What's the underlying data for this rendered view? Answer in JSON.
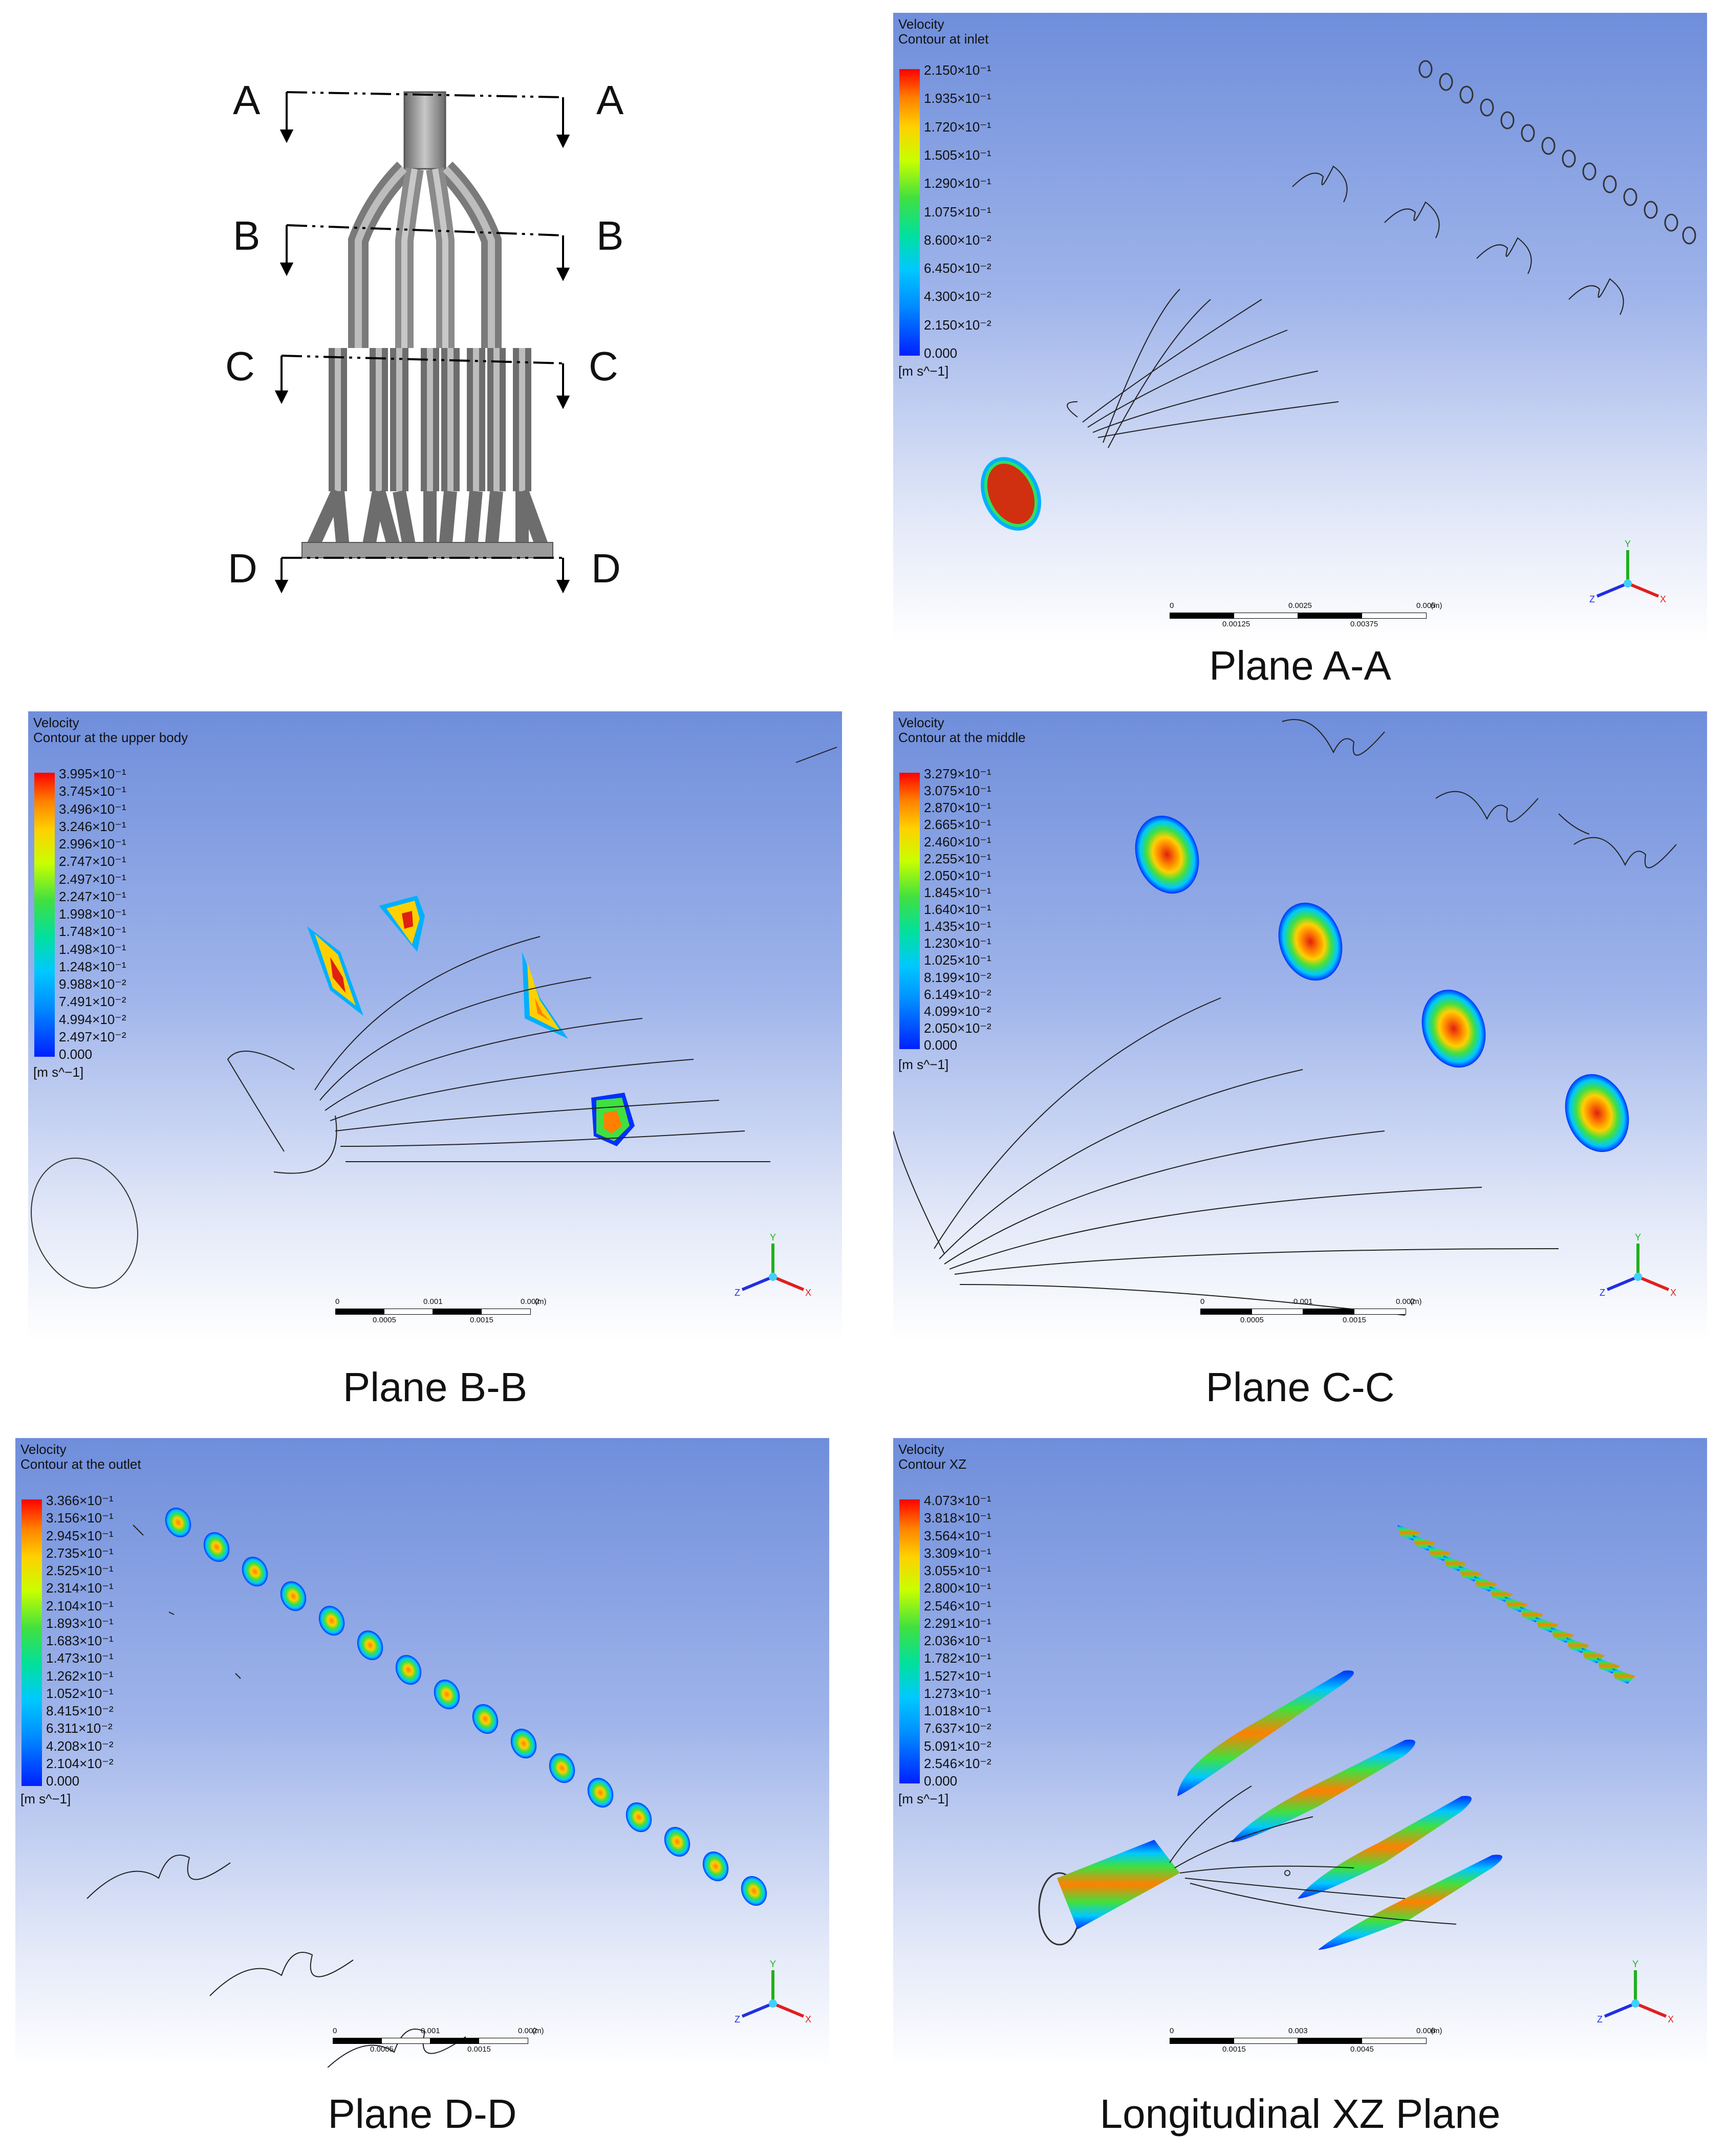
{
  "cut_labels": {
    "a": "A",
    "b": "B",
    "c": "C",
    "d": "D"
  },
  "panels": {
    "aa": {
      "caption": "Plane A-A",
      "legend_title": "Velocity",
      "legend_subtitle": "Contour at inlet",
      "ticks": [
        "2.150×10⁻¹",
        "1.935×10⁻¹",
        "1.720×10⁻¹",
        "1.505×10⁻¹",
        "1.290×10⁻¹",
        "1.075×10⁻¹",
        "8.600×10⁻²",
        "6.450×10⁻²",
        "4.300×10⁻²",
        "2.150×10⁻²",
        "0.000"
      ],
      "unit": "[m s^−1]",
      "scale_top": [
        "0",
        "0.0025",
        "0.005"
      ],
      "scale_bottom": [
        "0.00125",
        "0.00375"
      ],
      "scale_unit": "(m)"
    },
    "bb": {
      "caption": "Plane B-B",
      "legend_title": "Velocity",
      "legend_subtitle": "Contour at the upper body",
      "ticks": [
        "3.995×10⁻¹",
        "3.745×10⁻¹",
        "3.496×10⁻¹",
        "3.246×10⁻¹",
        "2.996×10⁻¹",
        "2.747×10⁻¹",
        "2.497×10⁻¹",
        "2.247×10⁻¹",
        "1.998×10⁻¹",
        "1.748×10⁻¹",
        "1.498×10⁻¹",
        "1.248×10⁻¹",
        "9.988×10⁻²",
        "7.491×10⁻²",
        "4.994×10⁻²",
        "2.497×10⁻²",
        "0.000"
      ],
      "unit": "[m s^−1]",
      "scale_top": [
        "0",
        "0.001",
        "0.002"
      ],
      "scale_bottom": [
        "0.0005",
        "0.0015"
      ],
      "scale_unit": "(m)"
    },
    "cc": {
      "caption": "Plane C-C",
      "legend_title": "Velocity",
      "legend_subtitle": "Contour at the middle",
      "ticks": [
        "3.279×10⁻¹",
        "3.075×10⁻¹",
        "2.870×10⁻¹",
        "2.665×10⁻¹",
        "2.460×10⁻¹",
        "2.255×10⁻¹",
        "2.050×10⁻¹",
        "1.845×10⁻¹",
        "1.640×10⁻¹",
        "1.435×10⁻¹",
        "1.230×10⁻¹",
        "1.025×10⁻¹",
        "8.199×10⁻²",
        "6.149×10⁻²",
        "4.099×10⁻²",
        "2.050×10⁻²",
        "0.000"
      ],
      "unit": "[m s^−1]",
      "scale_top": [
        "0",
        "0.001",
        "0.002"
      ],
      "scale_bottom": [
        "0.0005",
        "0.0015"
      ],
      "scale_unit": "(m)"
    },
    "dd": {
      "caption": "Plane D-D",
      "legend_title": "Velocity",
      "legend_subtitle": "Contour at the outlet",
      "ticks": [
        "3.366×10⁻¹",
        "3.156×10⁻¹",
        "2.945×10⁻¹",
        "2.735×10⁻¹",
        "2.525×10⁻¹",
        "2.314×10⁻¹",
        "2.104×10⁻¹",
        "1.893×10⁻¹",
        "1.683×10⁻¹",
        "1.473×10⁻¹",
        "1.262×10⁻¹",
        "1.052×10⁻¹",
        "8.415×10⁻²",
        "6.311×10⁻²",
        "4.208×10⁻²",
        "2.104×10⁻²",
        "0.000"
      ],
      "unit": "[m s^−1]",
      "scale_top": [
        "0",
        "0.001",
        "0.002"
      ],
      "scale_bottom": [
        "0.0005",
        "0.0015"
      ],
      "scale_unit": "(m)"
    },
    "xz": {
      "caption": "Longitudinal XZ Plane",
      "legend_title": "Velocity",
      "legend_subtitle": "Contour XZ",
      "ticks": [
        "4.073×10⁻¹",
        "3.818×10⁻¹",
        "3.564×10⁻¹",
        "3.309×10⁻¹",
        "3.055×10⁻¹",
        "2.800×10⁻¹",
        "2.546×10⁻¹",
        "2.291×10⁻¹",
        "2.036×10⁻¹",
        "1.782×10⁻¹",
        "1.527×10⁻¹",
        "1.273×10⁻¹",
        "1.018×10⁻¹",
        "7.637×10⁻²",
        "5.091×10⁻²",
        "2.546×10⁻²",
        "0.000"
      ],
      "unit": "[m s^−1]",
      "scale_top": [
        "0",
        "0.003",
        "0.006"
      ],
      "scale_bottom": [
        "0.0015",
        "0.0045"
      ],
      "scale_unit": "(m)"
    }
  },
  "axes": {
    "x": "X",
    "y": "Y",
    "z": "Z"
  }
}
